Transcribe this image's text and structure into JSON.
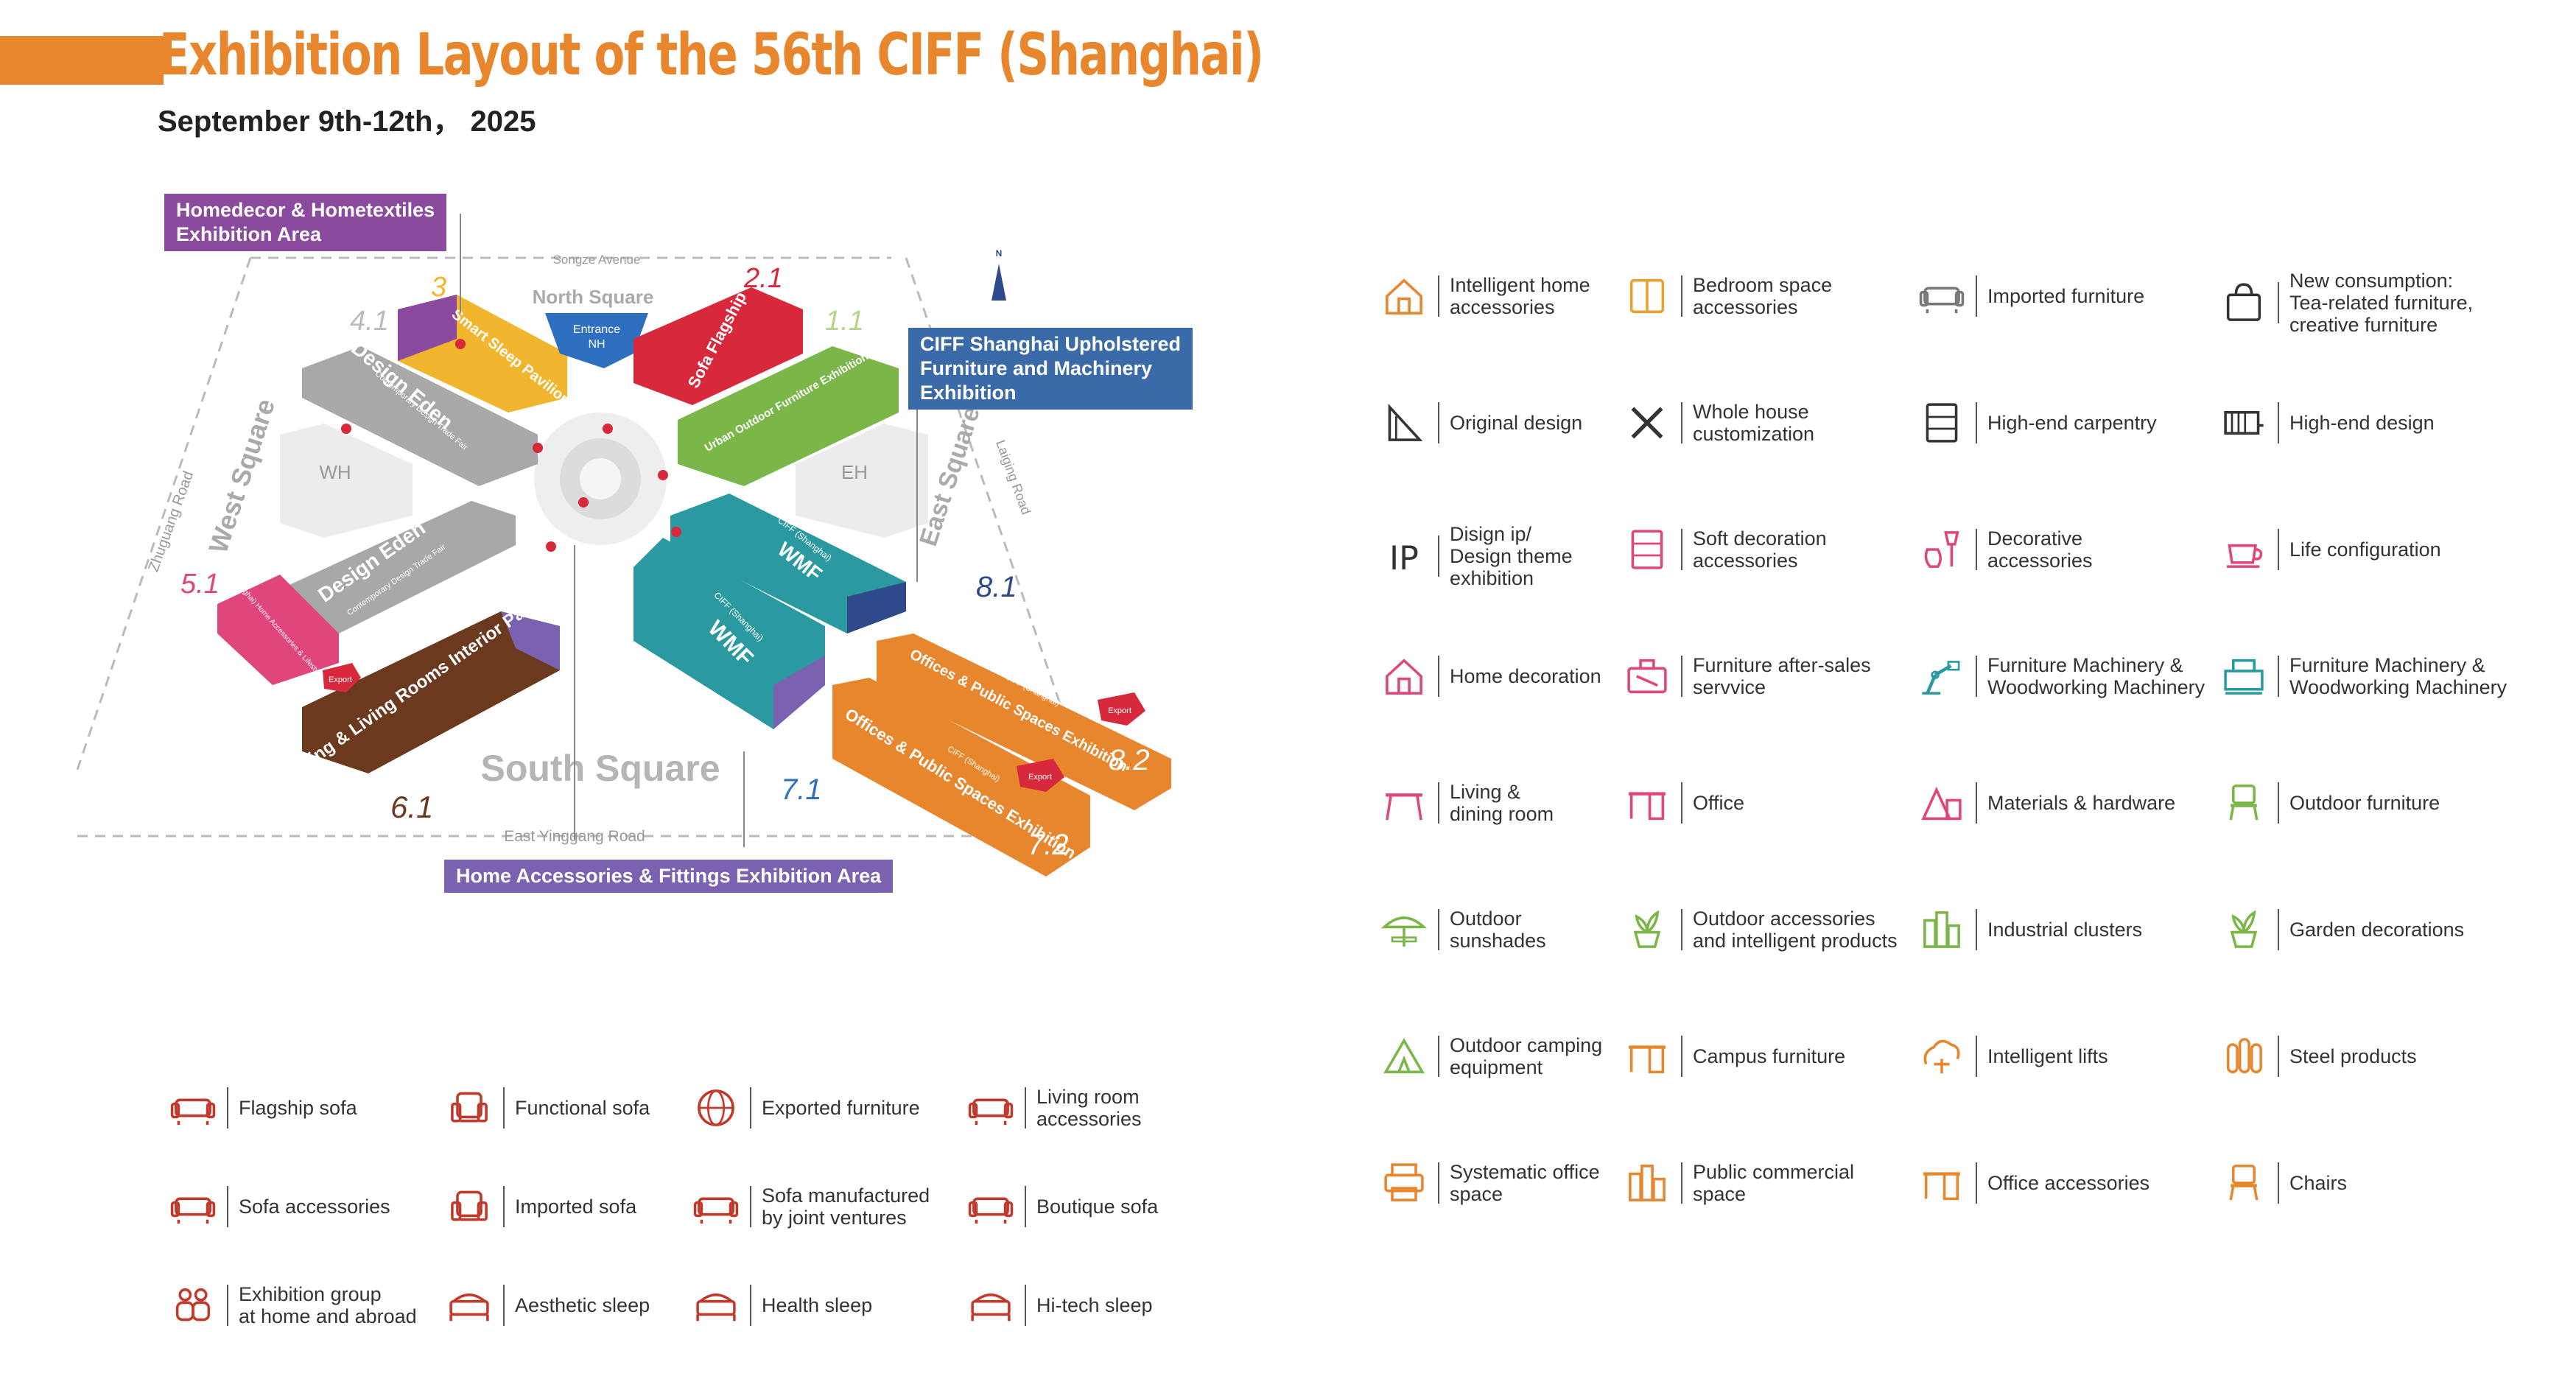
{
  "header": {
    "title": "Exhibition Layout of the 56th CIFF (Shanghai)",
    "subtitle": "September 9th-12th， 2025"
  },
  "map": {
    "roads": {
      "north": "Songze Avenue",
      "south": "East Yinggang Road",
      "west": "Zhuguang Road",
      "east": "Laiging Road"
    },
    "squares": {
      "north": "North Square",
      "south": "South Square",
      "west": "West Square",
      "east": "East Square"
    },
    "compass": "N",
    "entrance": "Entrance\nNH",
    "hall_codes": [
      "4.1",
      "3",
      "2.1",
      "1.1",
      "5.1",
      "6.1",
      "7.1",
      "8.1",
      "8.2",
      "7.2",
      "WH",
      "EH"
    ],
    "pavilions": {
      "smart_sleep": "Smart Sleep Pavilion",
      "sofa_flagship": "Sofa Flagship",
      "urban_outdoor": "Urban Outdoor Furniture Exhibition",
      "design_eden_1": "Design Eden",
      "design_eden_1_sub": "Contemporary Design Trade Fair",
      "design_eden_2": "Design Eden",
      "design_eden_2_sub": "Contemporary Design Trade Fair",
      "home_accessories_lifestyle": "CIFF (Shanghai) Home Accessories & Lifestyle Exhibition",
      "dining_living": "Dining & Living Rooms Interior Pavilion",
      "wmf_small_tag": "CIFF (Shanghai)",
      "wmf_small": "WMF",
      "wmf_large_tag": "CIFF (Shanghai)",
      "wmf_large": "WMF",
      "offices_small_tag": "CIFF (Shanghai)",
      "offices_small": "Offices & Public Spaces Exhibition",
      "offices_large_tag": "CIFF (Shanghai)",
      "offices_large": "Offices & Public Spaces Exhibition",
      "export_badge": "Export"
    },
    "callouts": {
      "homedecor": "Homedecor & Hometextiles\nExhibition Area",
      "upholstered": "CIFF Shanghai Upholstered\nFurniture and Machinery\nExhibition",
      "home_accessories": "Home Accessories & Fittings Exhibition Area"
    }
  },
  "legend_bottom": [
    {
      "icon": "sofa-icon",
      "label": "Flagship sofa"
    },
    {
      "icon": "armchair-icon",
      "label": "Functional sofa"
    },
    {
      "icon": "globe-sofa-icon",
      "label": "Exported furniture"
    },
    {
      "icon": "sofa-icon",
      "label": "Living room\naccessories"
    },
    {
      "icon": "sofa-accessories-icon",
      "label": "Sofa accessories"
    },
    {
      "icon": "armchair-icon",
      "label": "Imported sofa"
    },
    {
      "icon": "yen-sofa-icon",
      "label": "Sofa manufactured\nby joint ventures"
    },
    {
      "icon": "boutique-sofa-icon",
      "label": "Boutique sofa"
    },
    {
      "icon": "group-icon",
      "label": "Exhibition group\nat home and abroad"
    },
    {
      "icon": "bed-icon",
      "label": "Aesthetic sleep"
    },
    {
      "icon": "leaf-bed-icon",
      "label": "Health sleep"
    },
    {
      "icon": "tech-bed-icon",
      "label": "Hi-tech sleep"
    }
  ],
  "legend_right": [
    {
      "icon": "smart-home-icon",
      "label": "Intelligent home\naccessories",
      "color": "#e8862e"
    },
    {
      "icon": "wardrobe-icon",
      "label": "Bedroom space\naccessories",
      "color": "#e8a030"
    },
    {
      "icon": "imported-sofa-icon",
      "label": "Imported furniture",
      "color": "#777777"
    },
    {
      "icon": "bag-icon",
      "label": "New consumption:\nTea-related furniture,\ncreative furniture",
      "color": "#333333"
    },
    {
      "icon": "ruler-triangle-icon",
      "label": "Original design",
      "color": "#333333"
    },
    {
      "icon": "tools-icon",
      "label": "Whole house\ncustomization",
      "color": "#333333"
    },
    {
      "icon": "cabinet-icon",
      "label": "High-end carpentry",
      "color": "#333333"
    },
    {
      "icon": "radiator-icon",
      "label": "High-end design",
      "color": "#333333"
    },
    {
      "icon": "ip-icon",
      "label": "Disign ip/\nDesign theme\nexhibition",
      "color": "#333333"
    },
    {
      "icon": "lamp-drawer-icon",
      "label": "Soft decoration\naccessories",
      "color": "#e0457b"
    },
    {
      "icon": "vase-lamp-icon",
      "label": "Decorative\naccessories",
      "color": "#e0457b"
    },
    {
      "icon": "cup-icon",
      "label": "Life configuration",
      "color": "#e0457b"
    },
    {
      "icon": "house-sofa-icon",
      "label": "Home decoration",
      "color": "#e0457b"
    },
    {
      "icon": "toolbox-icon",
      "label": "Furniture after-sales\nservvice",
      "color": "#e0457b"
    },
    {
      "icon": "robot-arm-icon",
      "label": "Furniture Machinery &\nWoodworking Machinery",
      "color": "#2a9aa0"
    },
    {
      "icon": "machine-icon",
      "label": "Furniture Machinery &\nWoodworking Machinery",
      "color": "#2a9aa0"
    },
    {
      "icon": "table-icon",
      "label": "Living &\ndining room",
      "color": "#e0457b"
    },
    {
      "icon": "desk-icon",
      "label": "Office",
      "color": "#e0457b"
    },
    {
      "icon": "hardware-icon",
      "label": "Materials & hardware",
      "color": "#e0457b"
    },
    {
      "icon": "outdoor-chair-icon",
      "label": "Outdoor furniture",
      "color": "#7ab648"
    },
    {
      "icon": "umbrella-icon",
      "label": "Outdoor\nsunshades",
      "color": "#7ab648"
    },
    {
      "icon": "garden-icon",
      "label": "Outdoor accessories\nand intelligent products",
      "color": "#7ab648"
    },
    {
      "icon": "buildings-icon",
      "label": "Industrial clusters",
      "color": "#7ab648"
    },
    {
      "icon": "plant-icon",
      "label": "Garden decorations",
      "color": "#7ab648"
    },
    {
      "icon": "tent-icon",
      "label": "Outdoor camping\nequipment",
      "color": "#7ab648"
    },
    {
      "icon": "school-desk-icon",
      "label": "Campus furniture",
      "color": "#e8862e"
    },
    {
      "icon": "lift-icon",
      "label": "Intelligent lifts",
      "color": "#e8862e"
    },
    {
      "icon": "steel-icon",
      "label": "Steel products",
      "color": "#e8862e"
    },
    {
      "icon": "office-space-icon",
      "label": "Systematic office\nspace",
      "color": "#e8862e"
    },
    {
      "icon": "commercial-icon",
      "label": "Public commercial\nspace",
      "color": "#e8862e"
    },
    {
      "icon": "office-acc-icon",
      "label": "Office accessories",
      "color": "#e8862e"
    },
    {
      "icon": "chair-icon",
      "label": "Chairs",
      "color": "#e8862e"
    }
  ],
  "colors": {
    "accent": "#e8862e",
    "purple": "#8a4a9e",
    "blue": "#3a6aa8",
    "yellow": "#f2b52e",
    "red": "#d7283c",
    "green": "#7ab648",
    "gray": "#a8a8a8",
    "pink": "#e0457b",
    "brown": "#6b3a1e",
    "teal": "#2a9aa0",
    "navy": "#2e4a8a",
    "orange": "#e8862e",
    "violet": "#7a62b0"
  }
}
